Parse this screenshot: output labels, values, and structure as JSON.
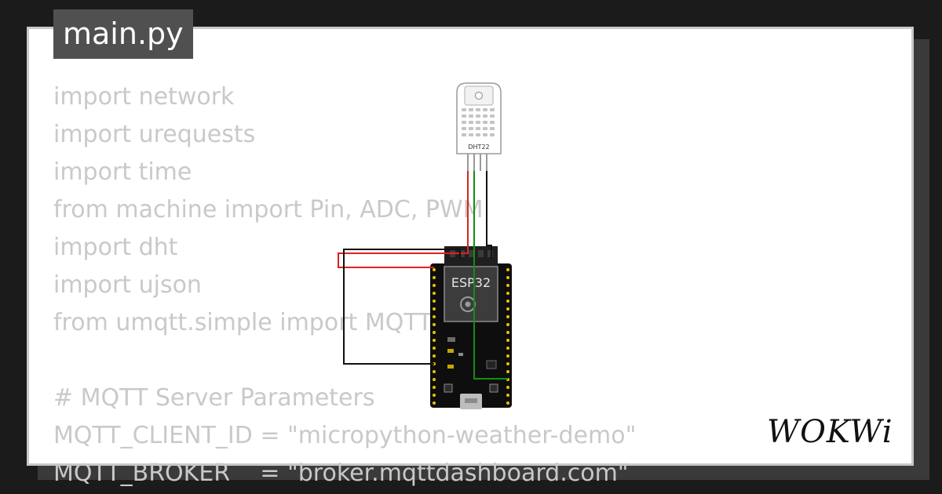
{
  "editor": {
    "file_name": "main.py",
    "code_lines": [
      "import network",
      "import urequests",
      "import time",
      "from machine import Pin, ADC, PWM",
      "import dht",
      "import ujson",
      "from umqtt.simple import MQTTClient",
      "",
      "# MQTT Server Parameters",
      "MQTT_CLIENT_ID = \"micropython-weather-demo\"",
      "MQTT_BROKER    = \"broker.mqttdashboard.com\""
    ]
  },
  "diagram": {
    "sensor_label": "DHT22",
    "board_label": "ESP32",
    "wire_colors": {
      "vcc": "#e02020",
      "data": "#109010",
      "gnd": "#111111"
    }
  },
  "brand": {
    "logo_text": "WOKWi"
  }
}
